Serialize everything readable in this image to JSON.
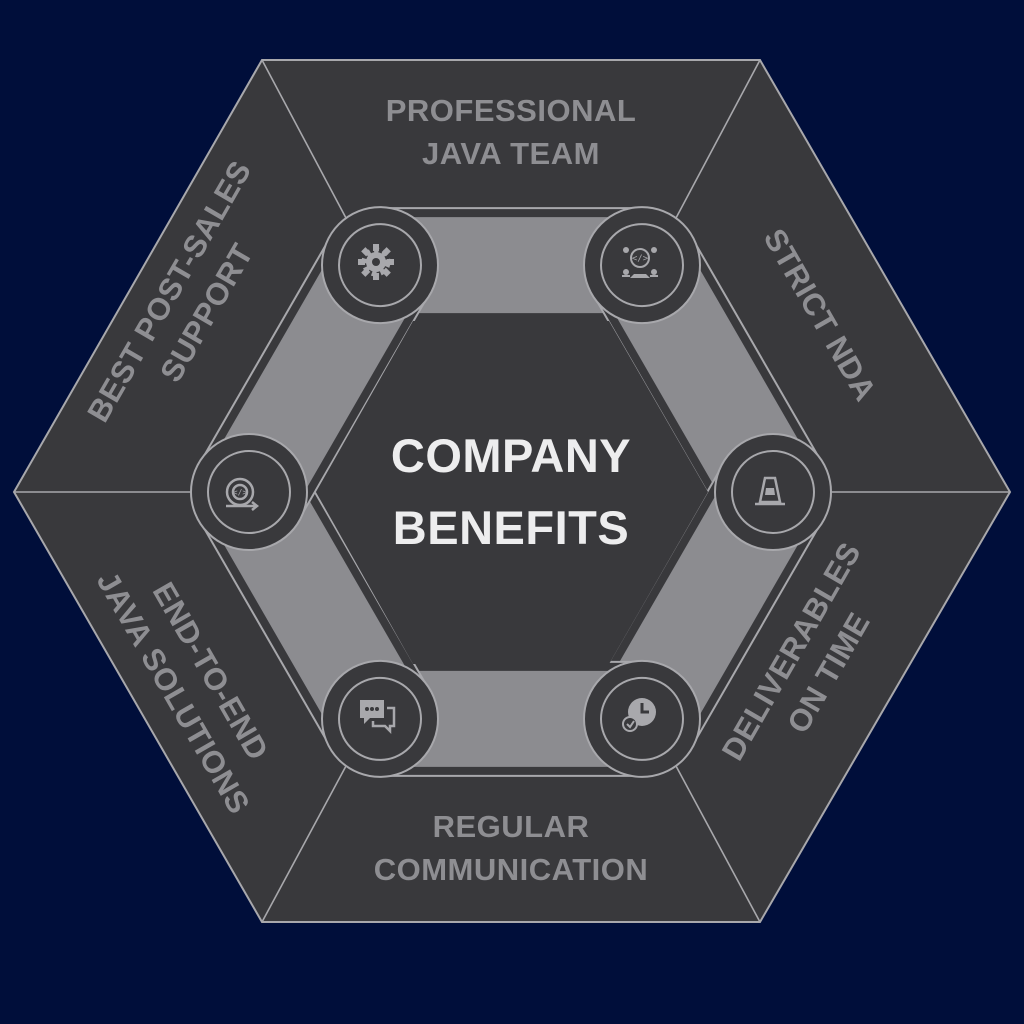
{
  "center": {
    "line1": "COMPANY",
    "line2": "BENEFITS"
  },
  "segments": [
    {
      "id": "professional-java-team",
      "line1": "PROFESSIONAL",
      "line2": "JAVA TEAM",
      "icon": "team-code-icon"
    },
    {
      "id": "strict-nda",
      "line1": "STRICT NDA",
      "line2": "",
      "icon": "cone-icon"
    },
    {
      "id": "deliverables-on-time",
      "line1": "DELIVERABLES",
      "line2": "ON TIME",
      "icon": "clock-check-icon"
    },
    {
      "id": "regular-communication",
      "line1": "REGULAR",
      "line2": "COMMUNICATION",
      "icon": "chat-bubbles-icon"
    },
    {
      "id": "end-to-end-java-solutions",
      "line1": "END-TO-END",
      "line2": "JAVA SOLUTIONS",
      "icon": "code-cycle-icon"
    },
    {
      "id": "best-post-sales-support",
      "line1": "BEST POST-SALES",
      "line2": "SUPPORT",
      "icon": "gear-icon"
    }
  ],
  "colors": {
    "background": "#000e3a",
    "hexagon": "#39393c",
    "outline": "#a8a8ac",
    "band": "#8c8c90",
    "label": "#8e8e92",
    "center_text": "#ededee"
  }
}
